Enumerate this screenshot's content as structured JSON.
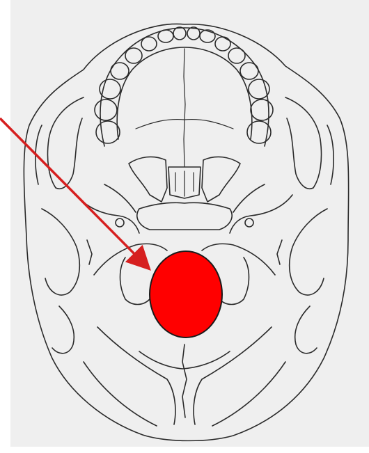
{
  "figure": {
    "subject": "skull-inferior-view",
    "colors": {
      "background": "#ffffff",
      "drawing_background": "#efefef",
      "line_art": "#2a2a2a",
      "marker_fill": "#ff0000",
      "marker_stroke": "#1a1a1a",
      "arrow": "#d61f1f"
    },
    "marker": {
      "shape": "circle",
      "meaning": "highlighted-region"
    },
    "arrow": {
      "points_to": "marker"
    }
  }
}
